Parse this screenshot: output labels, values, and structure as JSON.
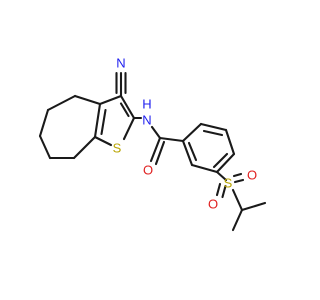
{
  "molecule": {
    "atoms": {
      "n_nitrile": {
        "label": "N",
        "color": "#1f1fef"
      },
      "n_amide": {
        "label": "N",
        "color": "#1f1fef"
      },
      "h_amide": {
        "label": "H",
        "color": "#1f1fef"
      },
      "s_thiophene": {
        "label": "S",
        "color": "#b8a400"
      },
      "o_carbonyl": {
        "label": "O",
        "color": "#e02020"
      },
      "s_sulfonyl": {
        "label": "S",
        "color": "#b8a400"
      },
      "o_sulfonyl_left": {
        "label": "O",
        "color": "#e02020"
      },
      "o_sulfonyl_right": {
        "label": "O",
        "color": "#e02020"
      }
    },
    "bond_color": "#1a1a1a"
  }
}
